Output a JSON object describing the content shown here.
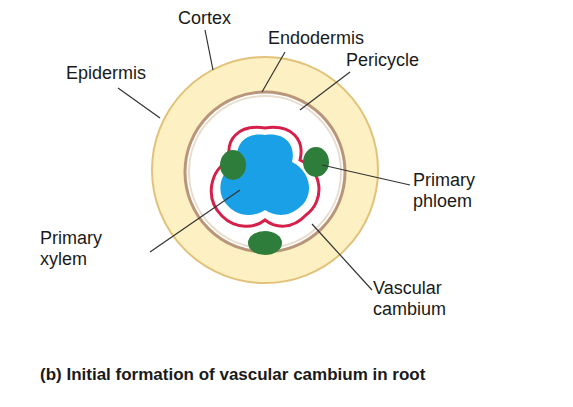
{
  "diagram": {
    "caption": "(b) Initial formation of vascular cambium in root",
    "labels": [
      "Cortex",
      "Endodermis",
      "Epidermis",
      "Pericycle",
      "Primary phloem",
      "Primary xylem",
      "Vascular cambium"
    ]
  }
}
